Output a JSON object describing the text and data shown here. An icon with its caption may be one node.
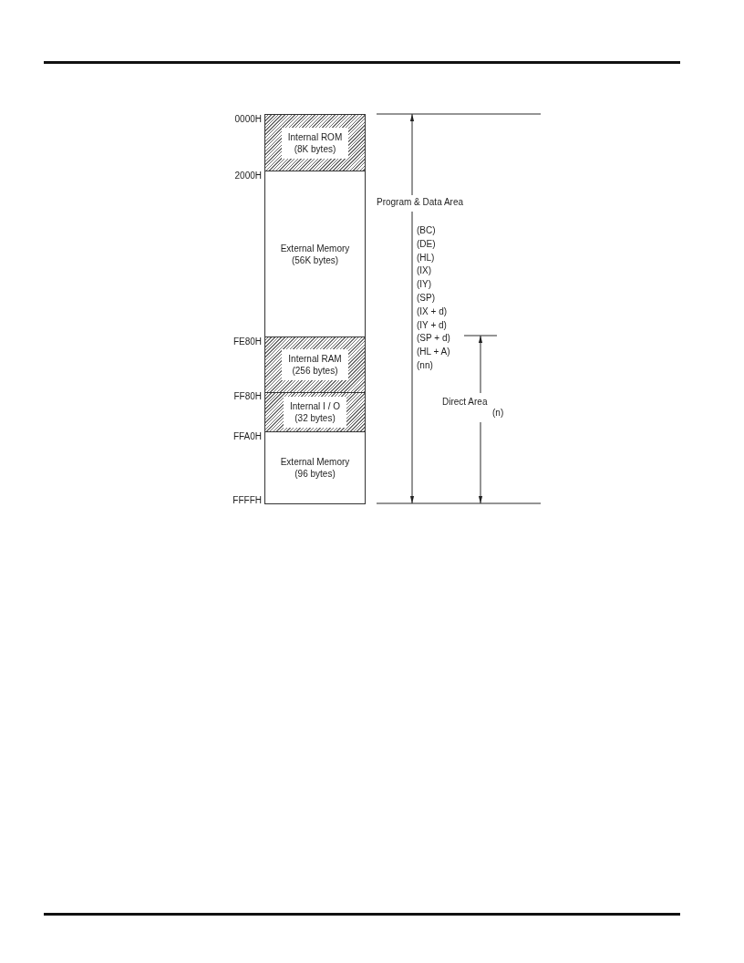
{
  "diagram": {
    "nodes": [
      {
        "text": [
          "Internal ROM",
          "(8K bytes)"
        ]
      },
      {
        "text": [
          "External Memory",
          "(56K bytes)"
        ]
      },
      {
        "text": [
          "Internal RAM",
          "(256 bytes)"
        ]
      },
      {
        "text": [
          "Internal I / O",
          "(32 bytes)"
        ]
      },
      {
        "text": [
          "External Memory",
          "(96 bytes)"
        ]
      }
    ],
    "labels": [
      "0000H",
      "2000H",
      "FE80H",
      "FF80H",
      "FFA0H",
      "FFFFH",
      "Program & Data Area",
      "(BC)",
      "(DE)",
      "(HL)",
      "(IX)",
      "(IY)",
      "(SP)",
      "(IX + d)",
      "(IY + d)",
      "(SP + d)",
      "(HL + A)",
      "(nn)",
      "Direct Area",
      "(n)"
    ]
  }
}
